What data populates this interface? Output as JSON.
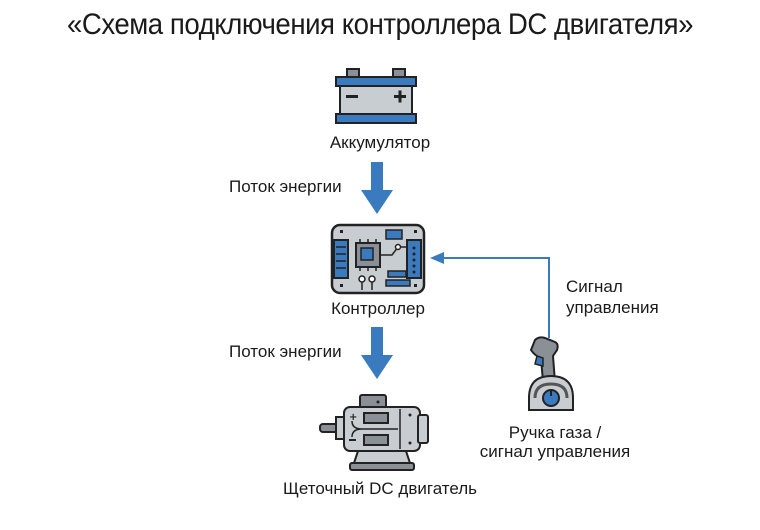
{
  "title": "«Схема подключения контроллера DC двигателя»",
  "nodes": {
    "battery": {
      "label": "Аккумулятор",
      "icon": "battery-icon"
    },
    "controller": {
      "label": "Контроллер",
      "icon": "circuit-board-icon"
    },
    "motor": {
      "label": "Щеточный DC двигатель",
      "icon": "dc-motor-icon"
    },
    "throttle": {
      "label_line1": "Ручка газа /",
      "label_line2": "сигнал управления",
      "icon": "throttle-lever-icon"
    }
  },
  "edges": {
    "battery_to_controller": {
      "label": "Поток энергии"
    },
    "controller_to_motor": {
      "label": "Поток энергии"
    },
    "throttle_to_controller": {
      "label_line1": "Сигнал",
      "label_line2": "управления"
    }
  },
  "colors": {
    "accent_blue": "#3a7bbf",
    "icon_gray": "#c8cdd2",
    "outline": "#222222"
  }
}
